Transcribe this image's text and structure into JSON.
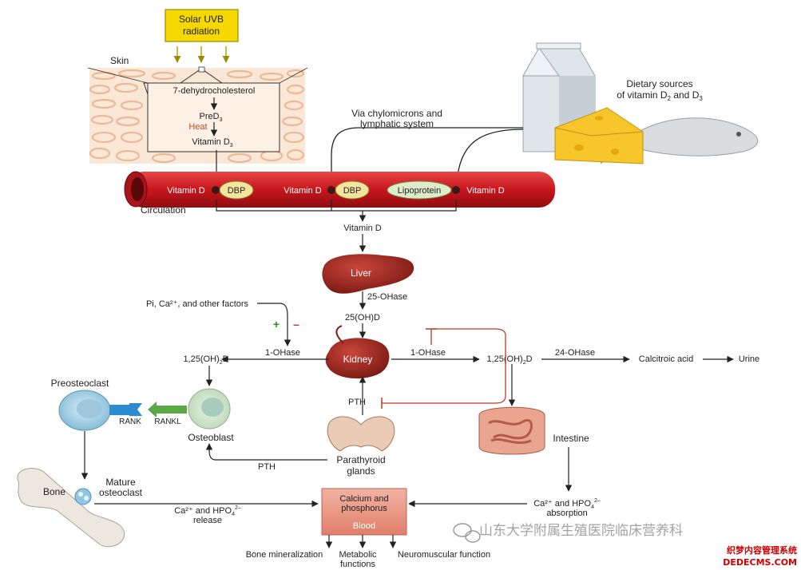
{
  "labels": {
    "uvb_line1": "Solar UVB",
    "uvb_line2": "radiation",
    "skin": "Skin",
    "dehydro": "7-dehydrocholesterol",
    "pred3": "PreD",
    "pred3_sub": "3",
    "heat": "Heat",
    "vitd3": "Vitamin D",
    "vitd3_sub": "3",
    "dietary_line1": "Dietary sources",
    "dietary_line2": "of vitamin D",
    "dietary_sub2": "2",
    "dietary_and": " and D",
    "dietary_sub3": "3",
    "chylo_line1": "Via chylomicrons and",
    "chylo_line2": "lymphatic system",
    "circ_vitd1": "Vitamin D",
    "dbp1": "DBP",
    "circ_vitd2": "Vitamin D",
    "dbp2": "DBP",
    "lipoprotein": "Lipoprotein",
    "circ_vitd3": "Vitamin D",
    "circulation": "Circulation",
    "vitd_center": "Vitamin D",
    "liver": "Liver",
    "ohase25": "25-OHase",
    "oh25d": "25(OH)D",
    "pi_factors": "Pi, Ca²⁺, and other factors",
    "plus": "+",
    "minus": "–",
    "ohase1_left": "1-OHase",
    "ohase1_right": "1-OHase",
    "kidney": "Kidney",
    "oh125_left": "1,25(OH)",
    "oh125_left_sub": "2",
    "oh125_left_d": "D",
    "oh125_right": "1,25(OH)",
    "oh125_right_sub": "2",
    "oh125_right_d": "D",
    "ohase24": "24-OHase",
    "calcitroic": "Calcitroic acid",
    "urine": "Urine",
    "preosteoclast": "Preosteoclast",
    "rank": "RANK",
    "rankl": "RANKL",
    "osteoblast": "Osteoblast",
    "pth_mid": "PTH",
    "pth_low": "PTH",
    "parathyroid_line1": "Parathyroid",
    "parathyroid_line2": "glands",
    "intestine": "Intestine",
    "bone": "Bone",
    "mature_line1": "Mature",
    "mature_line2": "osteoclast",
    "release_line1": "Ca²⁺ and HPO",
    "release_sub": "4",
    "release_sup": "2–",
    "release_line2": "release",
    "absorb_line1": "Ca²⁺ and HPO",
    "absorb_sub": "4",
    "absorb_sup": "2–",
    "absorb_line2": "absorption",
    "blood_box1": "Calcium and",
    "blood_box2": "phosphorus",
    "blood": "Blood",
    "bone_mineral": "Bone mineralization",
    "metabolic_line1": "Metabolic",
    "metabolic_line2": "functions",
    "neuromuscular": "Neuromuscular function",
    "watermark_text": "山东大学附属生殖医院临床营养科",
    "corner_line1": "织梦内容管理系统",
    "corner_line2": "DEDECMS.COM"
  },
  "colors": {
    "vessel": "#c8161d",
    "organ": "#a3261f",
    "blood_box": "#e99683",
    "uvb_box": "#f4d800",
    "arrow": "#222222",
    "inhibit": "#c0392b",
    "plus": "#2e8b2e",
    "minus": "#c0392b",
    "corner": "#cc0000"
  }
}
